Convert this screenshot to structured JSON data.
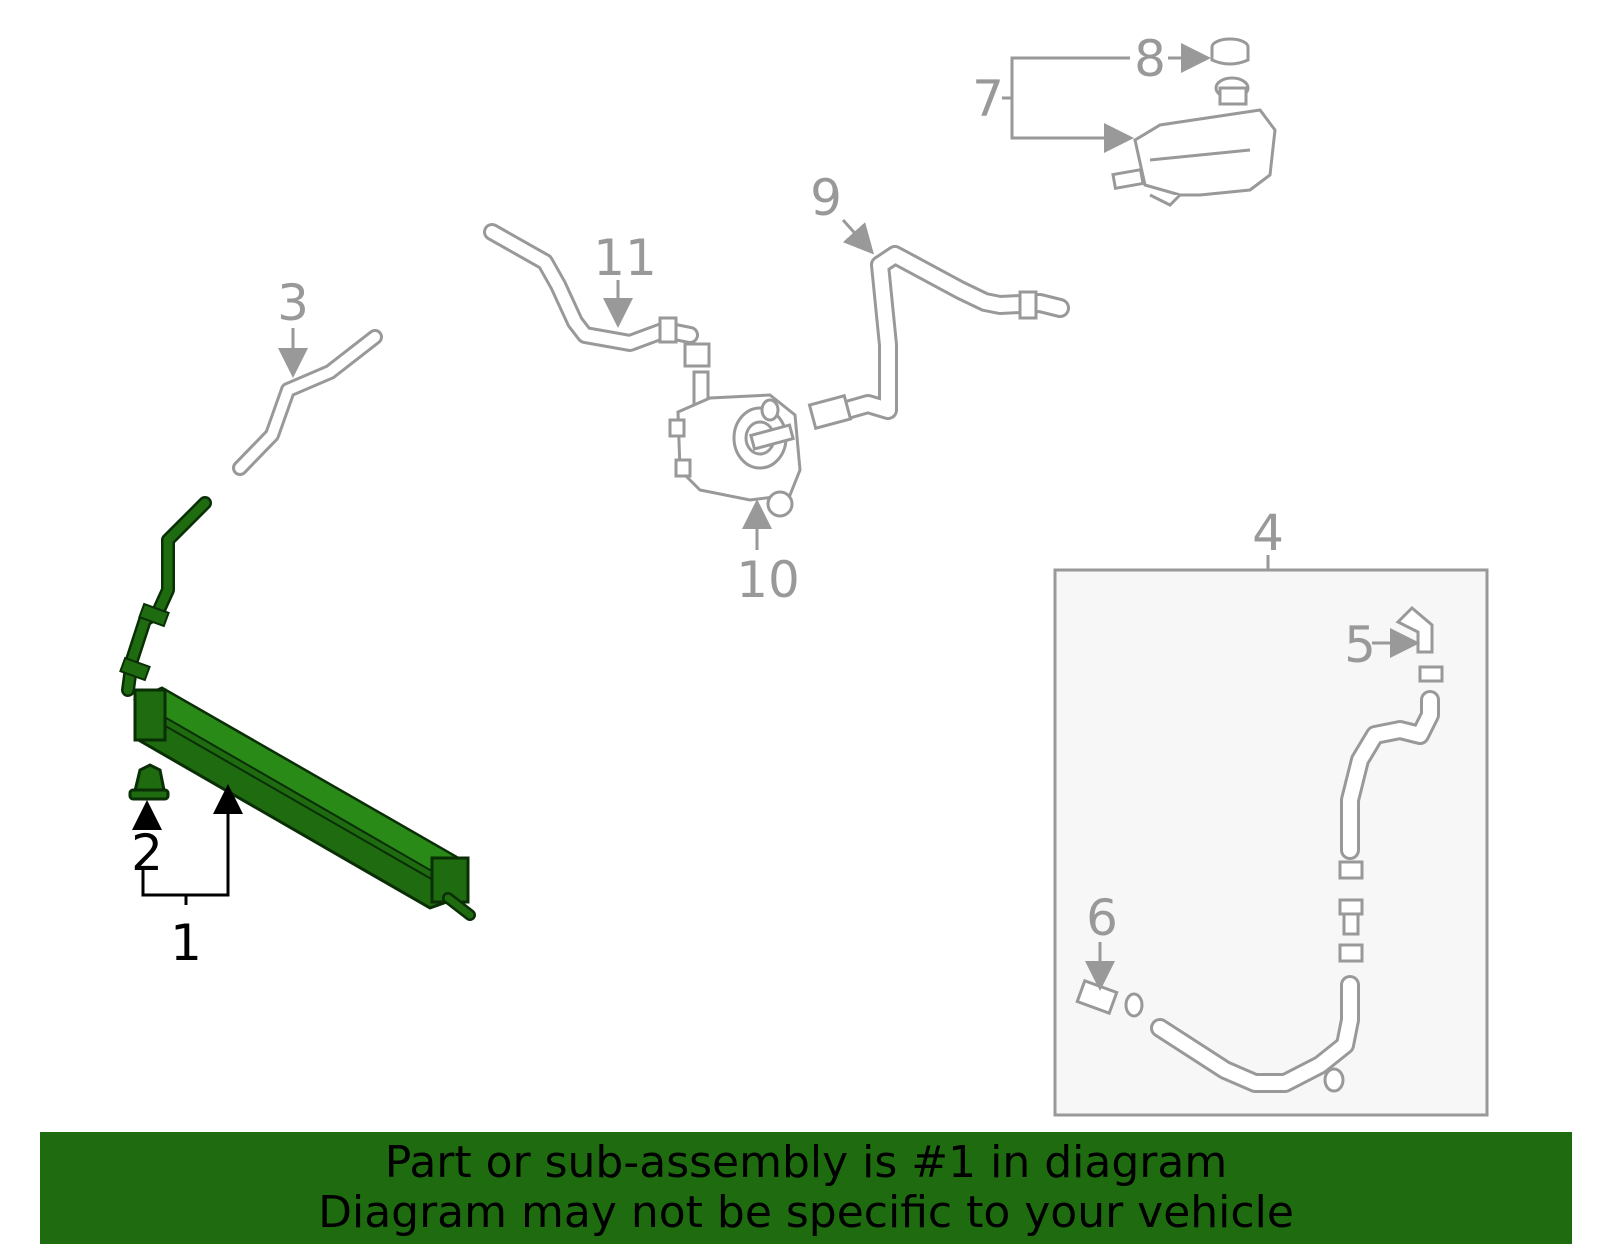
{
  "colors": {
    "highlight": "#1e6b10",
    "highlight_stroke": "#0a2e05",
    "part_outline": "#999999",
    "inset_bg": "#f7f7f7"
  },
  "callouts": {
    "c1": "1",
    "c2": "2",
    "c3": "3",
    "c4": "4",
    "c5": "5",
    "c6": "6",
    "c7": "7",
    "c8": "8",
    "c9": "9",
    "c10": "10",
    "c11": "11"
  },
  "footer": {
    "line1": "Part or sub-assembly is #1 in diagram",
    "line2": "Diagram may not be specific to your vehicle"
  }
}
